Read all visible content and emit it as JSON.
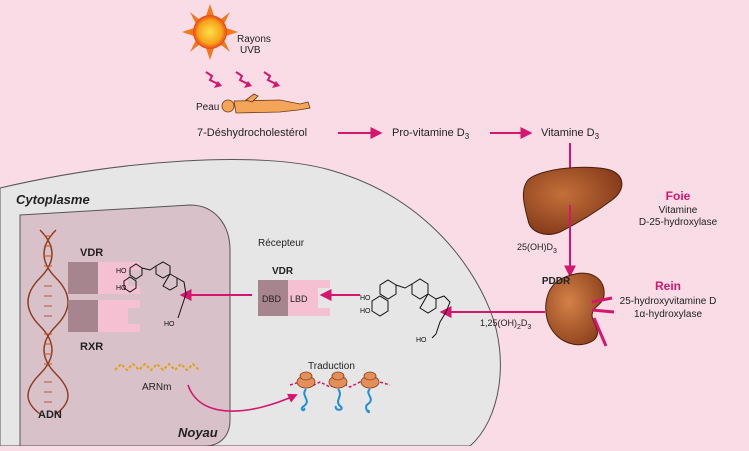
{
  "labels": {
    "uv": [
      "Rayons",
      "UVB"
    ],
    "skin": "Peau",
    "step1": "7-Déshydrocholestérol",
    "step2": "Pro-vitamine D",
    "step2_sub": "3",
    "step3": "Vitamine D",
    "step3_sub": "3",
    "cytoplasm": "Cytoplasme",
    "nucleus": "Noyau",
    "receptor": "Récepteur",
    "vdr": "VDR",
    "vdr_nucleus": "VDR",
    "rxr": "RXR",
    "dbd": "DBD",
    "lbd": "LBD",
    "dna": "ADN",
    "mrna": "ARNm",
    "translation": "Traduction",
    "liver_title": "Foie",
    "liver_enzyme": [
      "Vitamine",
      "D-25-hydroxylase"
    ],
    "kidney_title": "Rein",
    "kidney_enzyme": [
      "25-hydroxyvitamine D",
      "1α-hydroxylase"
    ],
    "metabolite1_main": "25(OH)D",
    "metabolite1_sub": "3",
    "metabolite2_main": "1,25(OH)",
    "metabolite2_sub1": "2",
    "metabolite2_mid": "D",
    "metabolite2_sub2": "3",
    "pddr": "PDDR",
    "ho": "HO",
    "oh": "HO"
  },
  "colors": {
    "background": "#f9dce6",
    "arrow": "#d4166e",
    "cell": "#e6e6e6",
    "nucleus": "#d9c1c9",
    "liver": "#9a4a22",
    "kidney": "#b25a2b",
    "receptor": "#f4c0d2",
    "receptor_dark": "#a7858e",
    "title_accent": "#d4166e",
    "ribosome": "#e48f5a",
    "protein": "#1f8fd6",
    "mrna": "#d9951a",
    "sun": "#f7b21a"
  }
}
